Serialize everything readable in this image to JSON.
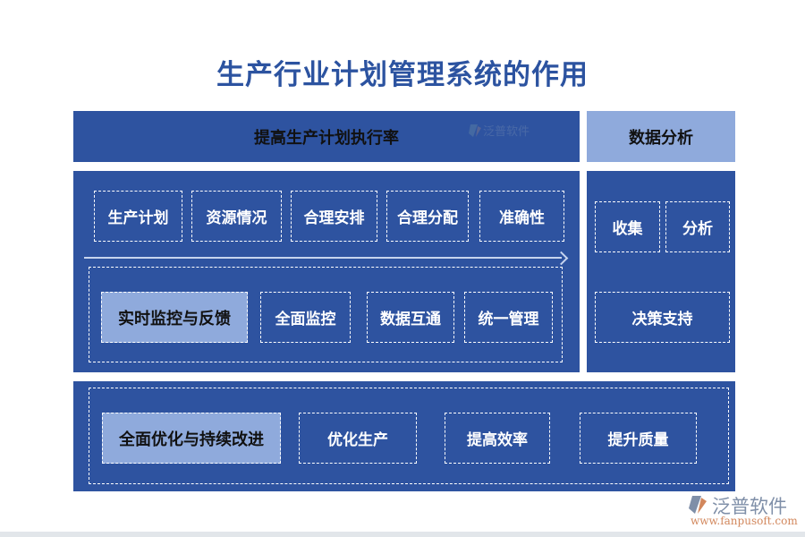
{
  "title": "生产行业计划管理系统的作用",
  "colors": {
    "panel_blue": "#2e53a0",
    "highlight_light_blue": "#8faadc",
    "title_blue": "#2c53a0",
    "dashed_border": "#ffffff"
  },
  "sections": {
    "execution": {
      "header": "提高生产计划执行率",
      "row1": [
        "生产计划",
        "资源情况",
        "合理安排",
        "合理分配",
        "准确性"
      ],
      "monitoring": {
        "highlight": "实时监控与反馈",
        "items": [
          "全面监控",
          "数据互通",
          "统一管理"
        ]
      }
    },
    "analysis": {
      "header": "数据分析",
      "items": [
        "收集",
        "分析"
      ],
      "wide_item": "决策支持"
    },
    "optimization": {
      "highlight": "全面优化与持续改进",
      "items": [
        "优化生产",
        "提高效率",
        "提升质量"
      ]
    }
  },
  "watermark": {
    "text": "泛普软件"
  },
  "logo": {
    "name": "泛普软件",
    "url": "www.fanpusoft.com"
  }
}
